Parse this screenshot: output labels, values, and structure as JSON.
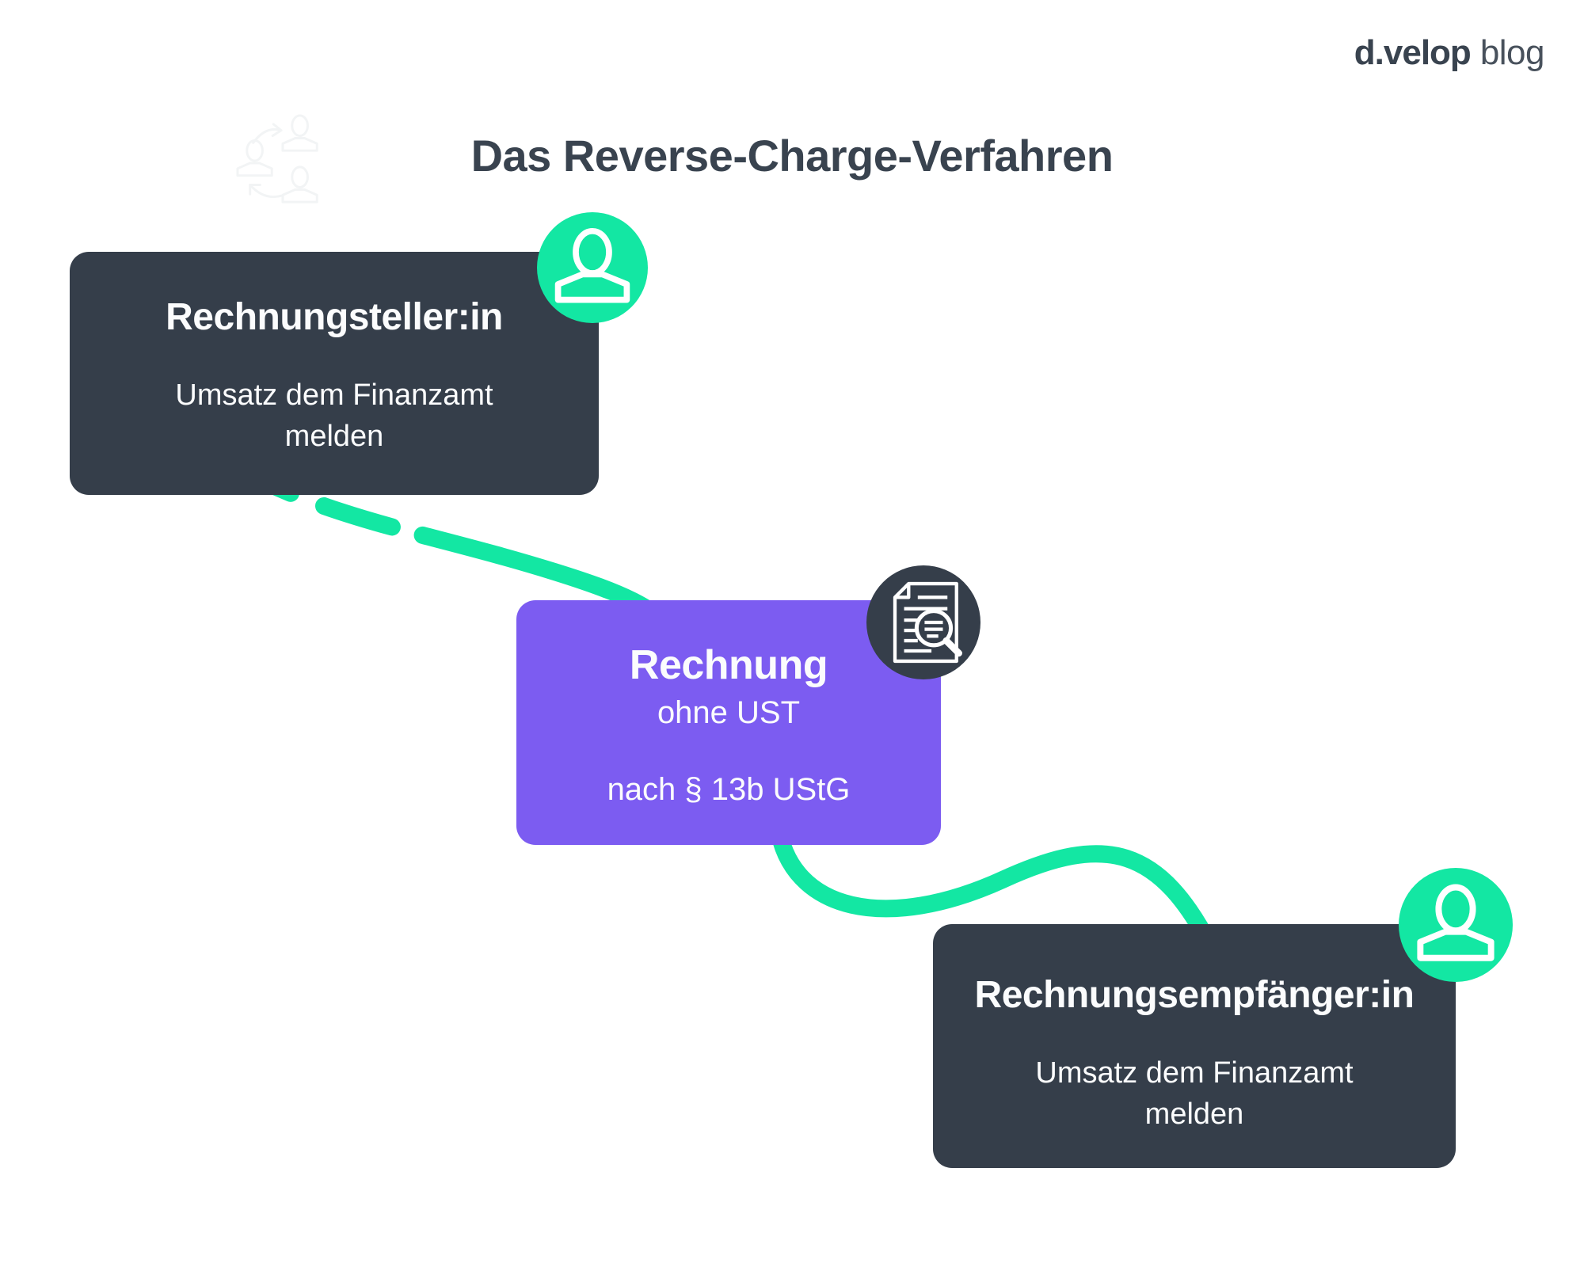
{
  "header": {
    "title": "Das Reverse-Charge-Verfahren",
    "logo": {
      "brand": "d.velop",
      "suffix": "blog"
    }
  },
  "colors": {
    "dark": "#353e4a",
    "purple": "#7c5cf1",
    "green": "#13e7a3",
    "title-text": "#39434f",
    "card-text": "#fbfcfd",
    "watermark": "#f2f4f5",
    "bg": "#ffffff"
  },
  "nodes": {
    "issuer": {
      "heading": "Rechnungsteller:in",
      "body": "Umsatz dem Finanzamt melden",
      "icon": "person-icon"
    },
    "invoice": {
      "heading": "Rechnung",
      "subheading": "ohne UST",
      "note": "nach § 13b UStG",
      "icon": "document-magnifier-icon"
    },
    "recipient": {
      "heading": "Rechnungsempfänger:in",
      "body": "Umsatz dem Finanzamt melden",
      "icon": "person-icon"
    }
  }
}
